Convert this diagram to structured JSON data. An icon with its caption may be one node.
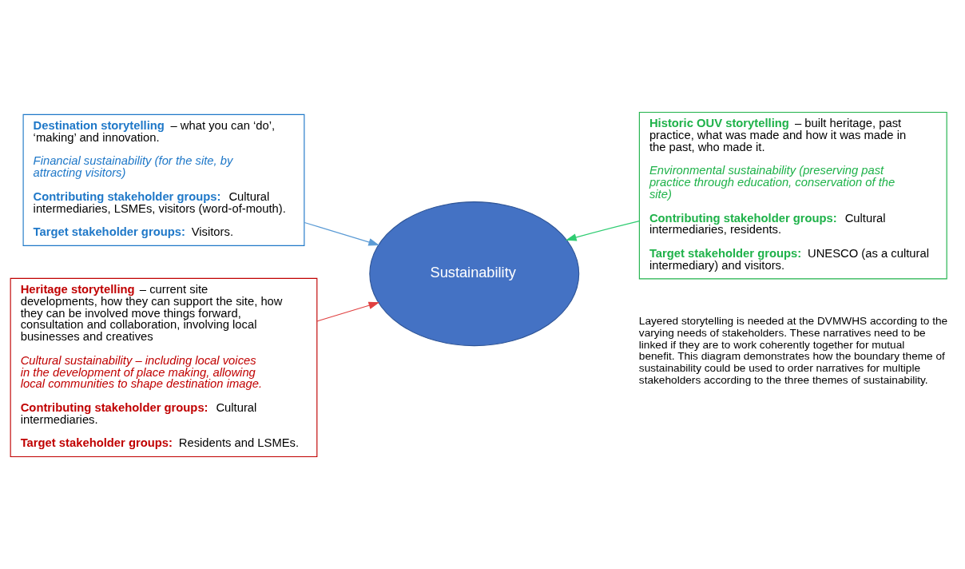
{
  "diagram": {
    "nodes": [
      {
        "text": [
          "**Destination storytelling** – what you can ‘do’, ‘making’ and innovation.",
          "*Financial sustainability (for the site, by attracting visitors)*",
          "**Contributing stakeholder groups:** Cultural intermediaries, LSMEs, visitors (word-of-mouth).",
          "**Target stakeholder groups:** Visitors."
        ]
      },
      {
        "text": [
          "**Historic OUV storytelling** – built heritage, past practice, what was made and how it was made in the past, who made it.",
          "*Environmental sustainability (preserving past practice through education, conservation of the site)*",
          "**Contributing stakeholder groups:** Cultural intermediaries, residents.",
          "**Target stakeholder groups:** UNESCO (as a cultural intermediary) and visitors."
        ]
      },
      {
        "text": [
          "Sustainability"
        ]
      },
      {
        "text": [
          "**Heritage storytelling** – current site developments, how they can support the site, how they can be involved move things forward, consultation and collaboration, involving local businesses and creatives",
          "*Cultural sustainability – including local voices in the development of place making, allowing local communities to shape destination image.*",
          "**Contributing stakeholder groups:** Cultural intermediaries.",
          "**Target stakeholder groups:** Residents and LSMEs."
        ]
      }
    ],
    "edges": [
      {
        "from": 0,
        "to": 2,
        "arrow": "to",
        "color": "#5b9bd5"
      },
      {
        "from": 1,
        "to": 2,
        "arrow": "to",
        "color": "#2ecc71"
      },
      {
        "from": 3,
        "to": 2,
        "arrow": "to",
        "color": "#e04040"
      }
    ],
    "labels": [
      "Layered storytelling is needed at the DVMWHS according to the varying needs of stakeholders. These narratives need to be linked if they are to work coherently together for mutual benefit. This diagram demonstrates how the boundary theme of sustainability could be used to order narratives for multiple stakeholders according to the three themes of sustainability."
    ]
  }
}
